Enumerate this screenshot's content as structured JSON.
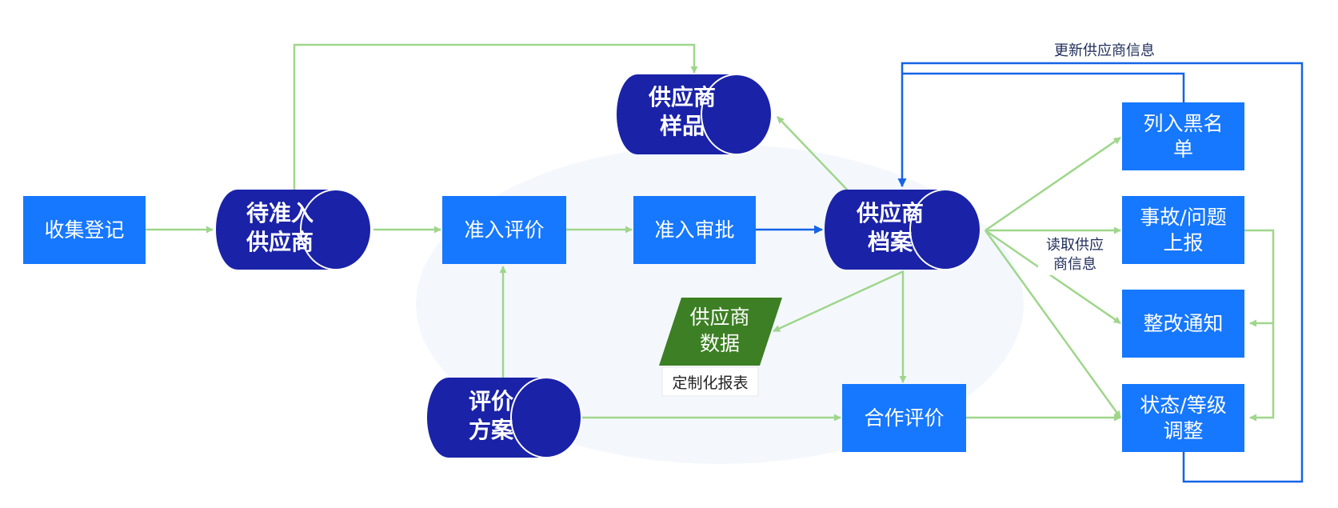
{
  "nodes": {
    "collect": "收集登记",
    "pending_line1": "待准入",
    "pending_line2": "供应商",
    "admit_eval": "准入评价",
    "admit_approve": "准入审批",
    "sample_line1": "供应商",
    "sample_line2": "样品",
    "archive_line1": "供应商",
    "archive_line2": "档案",
    "data_line1": "供应商",
    "data_line2": "数据",
    "report": "定制化报表",
    "plan_line1": "评价",
    "plan_line2": "方案",
    "coop_eval": "合作评价",
    "blacklist_line1": "列入黑名",
    "blacklist_line2": "单",
    "incident_line1": "事故/问题",
    "incident_line2": "上报",
    "rectify": "整改通知",
    "status_line1": "状态/等级",
    "status_line2": "调整"
  },
  "labels": {
    "update_info": "更新供应商信息",
    "read_info_line1": "读取供应",
    "read_info_line2": "商信息"
  },
  "colors": {
    "box_blue": "#1677ff",
    "cylinder_navy": "#1a22a8",
    "data_green": "#3d7f24",
    "arrow_green": "#9fd68c",
    "arrow_blue": "#1563e6"
  }
}
